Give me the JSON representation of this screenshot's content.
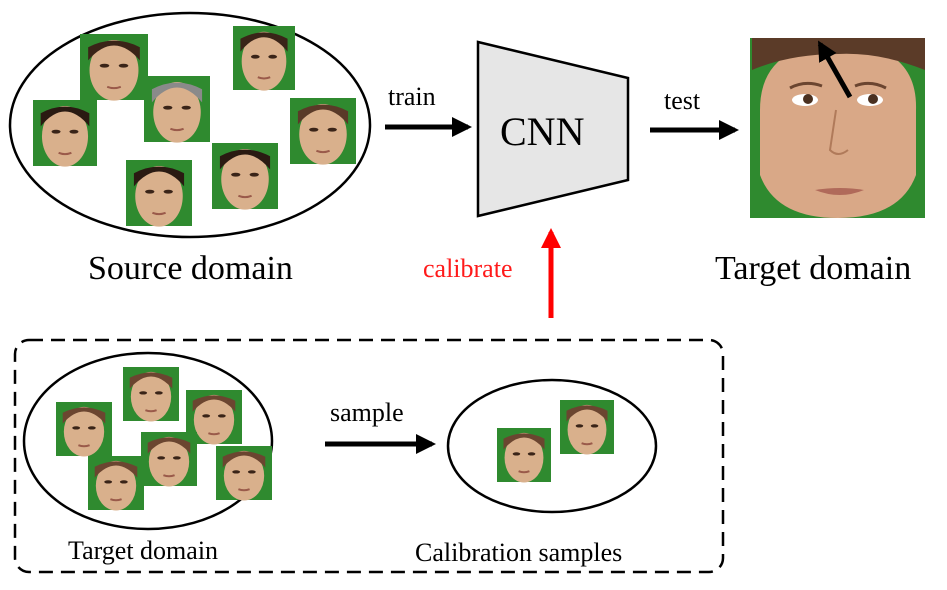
{
  "labels": {
    "source_domain": "Source domain",
    "target_domain_top": "Target domain",
    "target_domain_bottom": "Target domain",
    "calibration_samples": "Calibration samples",
    "cnn": "CNN",
    "train": "train",
    "test": "test",
    "calibrate": "calibrate",
    "sample": "sample"
  },
  "colors": {
    "calibrate_arrow": "#ff0000",
    "cnn_fill": "#e6e6e6",
    "face_background": "#2f8a2f",
    "skin": "#d9b08c"
  },
  "icons": {
    "face_thumbnail": "face-photo-icon",
    "gaze_direction": "gaze-arrow-icon"
  }
}
